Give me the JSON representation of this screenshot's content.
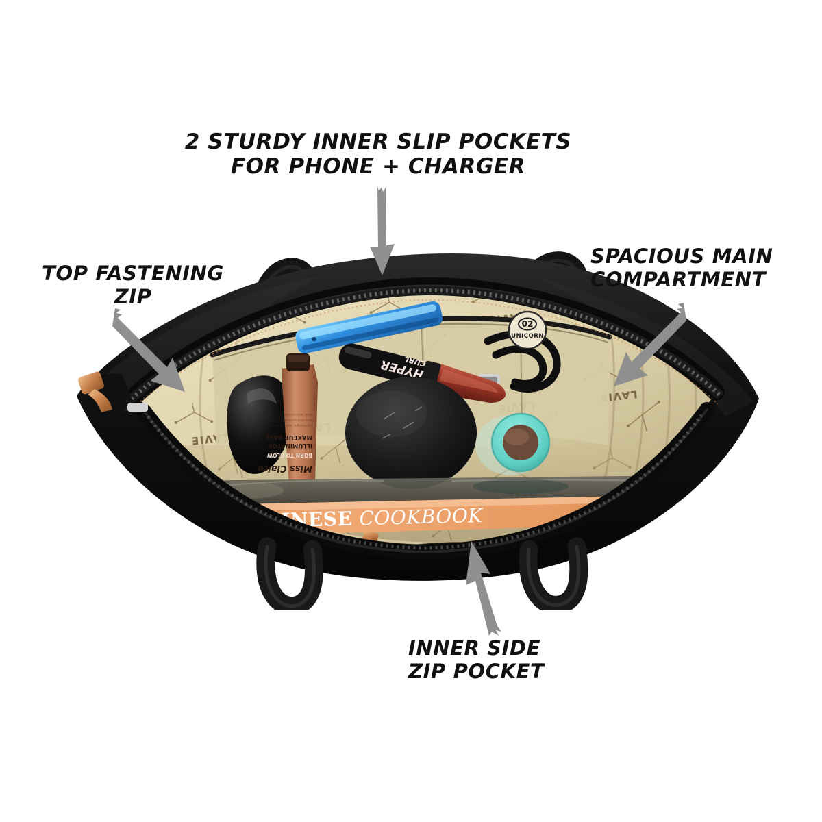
{
  "image": {
    "kind": "product-feature-infographic",
    "subject": "black leather tote handbag shown open from above",
    "background_color": "#ffffff",
    "arrow_color": "#8f8f8f",
    "label_color": "#111111"
  },
  "callouts": [
    {
      "id": "slip-pockets",
      "text": "2 STURDY INNER SLIP POCKETS\nFOR PHONE + CHARGER",
      "points_to": "inner slip pocket holding the blue phone",
      "arrow_direction": "down"
    },
    {
      "id": "top-zip",
      "text": "TOP FASTENING\nZIP",
      "points_to": "top zipper closure at the left end of the bag",
      "arrow_direction": "down-right"
    },
    {
      "id": "main-compartment",
      "text": "SPACIOUS MAIN\nCOMPARTMENT",
      "points_to": "beige lined main compartment on the right",
      "arrow_direction": "down-left"
    },
    {
      "id": "side-zip",
      "text": "INNER SIDE\nZIP POCKET",
      "points_to": "zipped inner side pocket near the bottom",
      "arrow_direction": "up-left"
    }
  ],
  "bag": {
    "exterior_color": "#121212",
    "exterior_highlight": "#3a3a3a",
    "lining_color": "#ddd2aa",
    "lining_shadow": "#b6a87f",
    "lining_print_text": "LAVIE",
    "hardware_color": "#c9834e",
    "zipper_teeth_color": "#4a4a4a",
    "handles": 4
  },
  "contents": [
    {
      "id": "phone",
      "name": "smartphone in slip pocket",
      "color": "#2f8fe0",
      "highlight": "#7fd0ff"
    },
    {
      "id": "cookbook",
      "name": "book lying across the bag",
      "title": "THE CHINESE COOKBOOK",
      "spine_color": "#e8a06a",
      "title_color": "#ffffff"
    },
    {
      "id": "foundation",
      "name": "makeup base tube",
      "brand": "Miss Claire",
      "line1": "BORN TO GLOW",
      "line2": "ILLUMINATOR",
      "line3": "MAKEUP BASE",
      "color": "#c0805f"
    },
    {
      "id": "mascara",
      "name": "mascara / lip tube",
      "brand": "HYPER CURL",
      "cap_color": "#1a1a1a",
      "body_color": "#9c3a2c"
    },
    {
      "id": "compact",
      "name": "round black compact case",
      "color": "#1b1b1b"
    },
    {
      "id": "teal-jar",
      "name": "mint green cosmetic jar",
      "rim_color": "#69d6cb",
      "contents_color": "#6b4a3a"
    },
    {
      "id": "sunglasses-case",
      "name": "black glossy case",
      "color": "#0e0e0e"
    },
    {
      "id": "cable",
      "name": "coiled black charger cable",
      "color": "#141414"
    },
    {
      "id": "badge",
      "name": "circular product label",
      "line1": "02",
      "line2": "UNICORN",
      "color": "#efe6d2"
    },
    {
      "id": "cord-wallet",
      "name": "black leather cord / wallet in side pocket",
      "color": "#151515"
    }
  ]
}
